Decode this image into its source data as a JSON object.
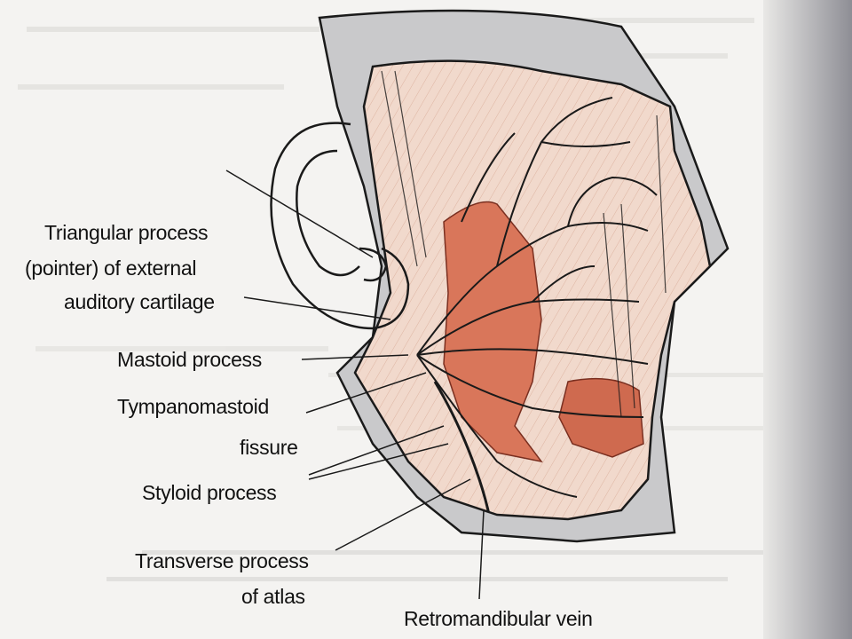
{
  "labels": {
    "triangular_1": "Triangular process",
    "triangular_2": "(pointer) of external",
    "triangular_3": "auditory cartilage",
    "mastoid": "Mastoid process",
    "tympano_1": "Tympanomastoid",
    "tympano_2": "fissure",
    "styloid": "Styloid process",
    "transverse_1": "Transverse process",
    "transverse_2": "of atlas",
    "retromandibular": "Retromandibular vein"
  },
  "colors": {
    "page": "#f4f3f1",
    "drape": "#c9c9cb",
    "muscle": "#d9765a",
    "tissue": "#f1d9cc",
    "ink": "#1a1a1a",
    "margin_shadow": "#9a9aa0"
  }
}
